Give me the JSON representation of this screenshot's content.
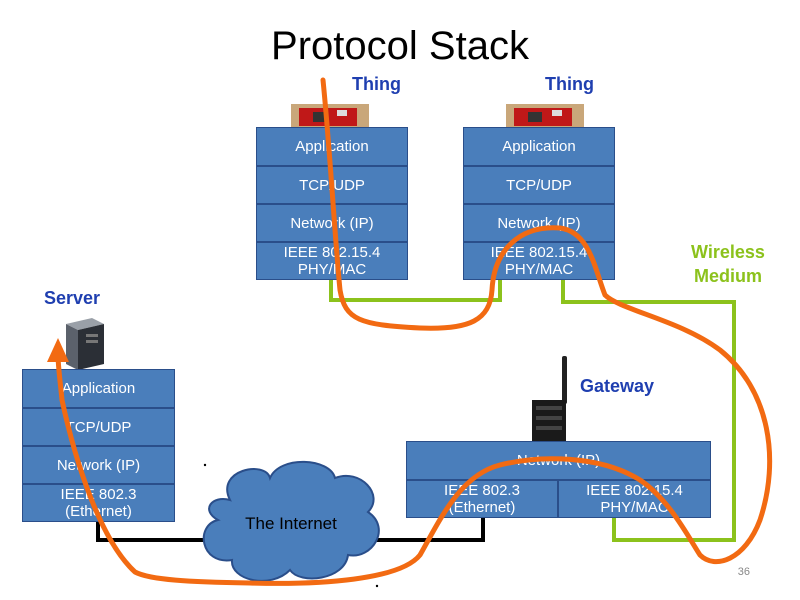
{
  "title": "Protocol Stack",
  "thing1": {
    "label": "Thing",
    "layers": [
      "Application",
      "TCP/UDP",
      "Network (IP)",
      "IEEE 802.15.4\nPHY/MAC"
    ]
  },
  "thing2": {
    "label": "Thing",
    "layers": [
      "Application",
      "TCP/UDP",
      "Network (IP)",
      "IEEE 802.15.4\nPHY/MAC"
    ]
  },
  "server": {
    "label": "Server",
    "layers": [
      "Application",
      "TCP/UDP",
      "Network (IP)",
      "IEEE 802.3\n(Ethernet)"
    ]
  },
  "gateway": {
    "label": "Gateway",
    "network": "Network (IP)",
    "left": "IEEE 802.3\n(Ethernet)",
    "right": "IEEE 802.15.4\nPHY/MAC"
  },
  "wireless": "Wireless\nMedium",
  "internet": "The Internet",
  "page_number": "36",
  "colors": {
    "layer_fill": "#4a7ebb",
    "label_blue": "#1f3fb0",
    "wireless_green": "#8cc21c",
    "path_orange": "#f26a12"
  }
}
